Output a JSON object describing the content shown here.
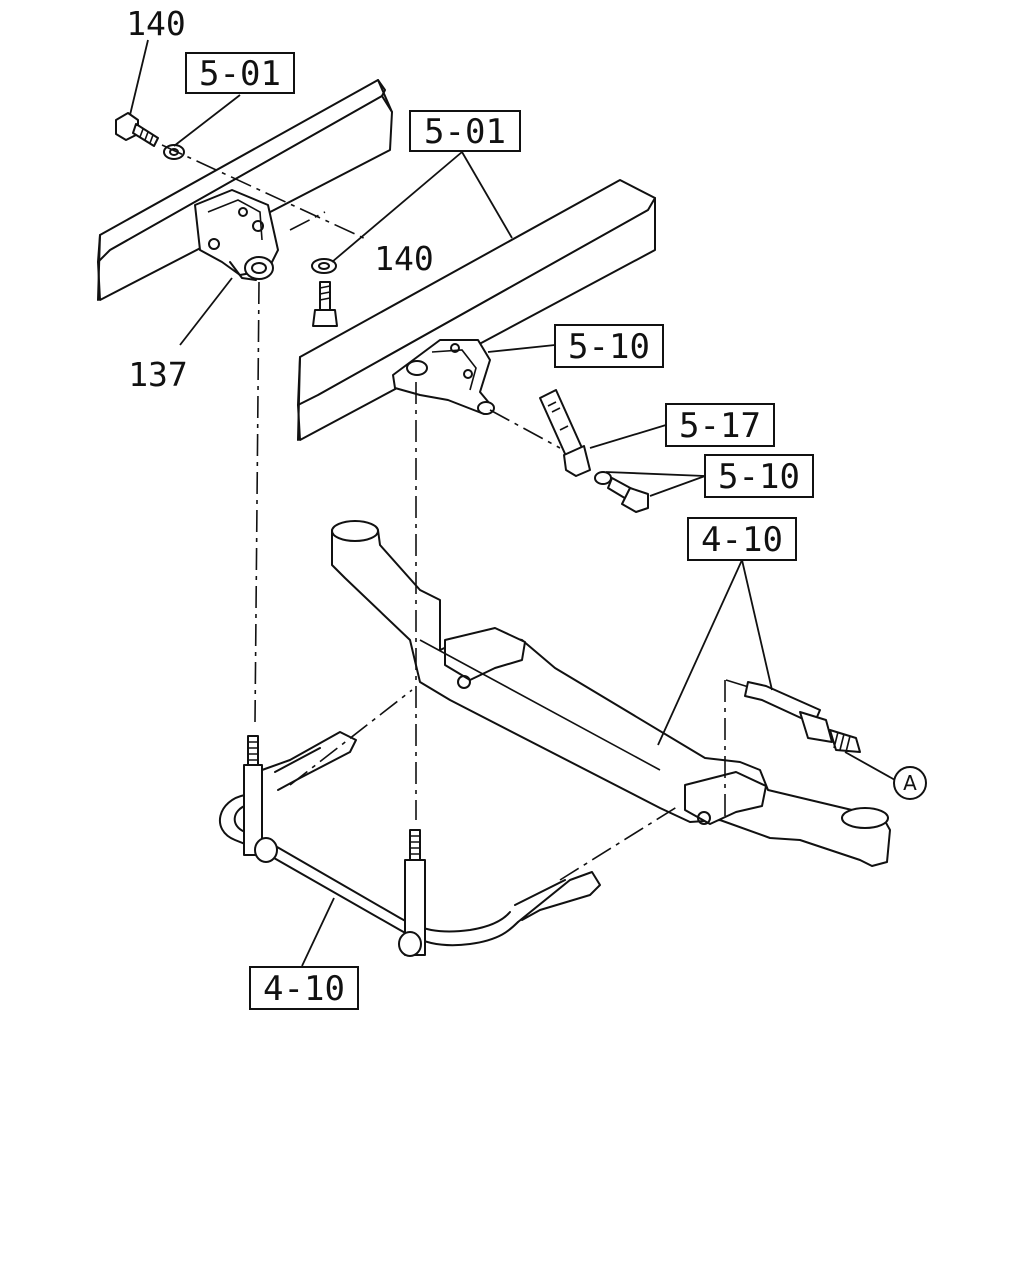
{
  "callouts": {
    "ref_5_01_top": "5-01",
    "ref_5_01_center": "5-01",
    "ref_5_10_bracket": "5-10",
    "ref_5_17": "5-17",
    "ref_5_10_bolt": "5-10",
    "ref_4_10_axle": "4-10",
    "ref_4_10_stabilizer": "4-10"
  },
  "part_numbers": {
    "bolt_top_left": "140",
    "bolt_center": "140",
    "bracket": "137"
  },
  "markers": {
    "connector_a": "A"
  }
}
